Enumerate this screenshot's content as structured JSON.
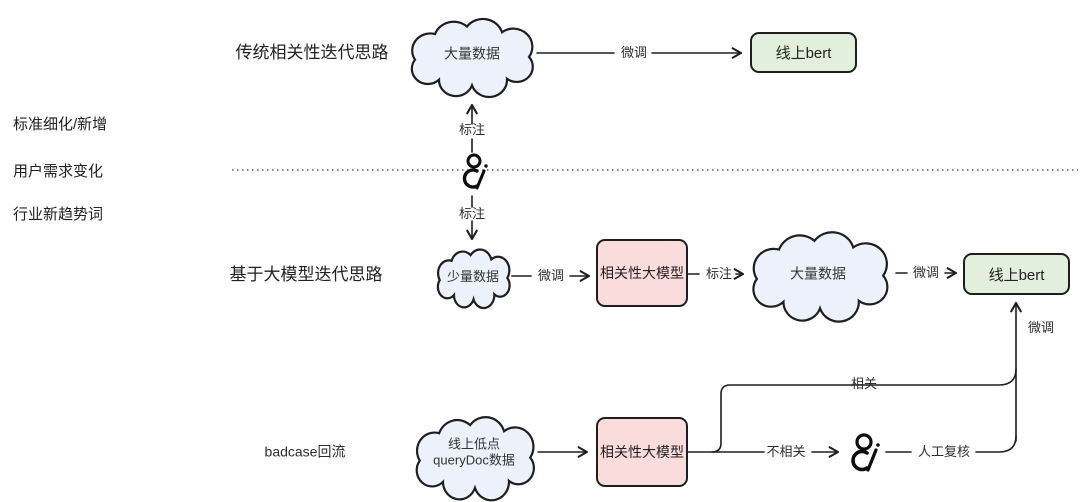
{
  "diagram": {
    "side_labels": [
      "标准细化/新增",
      "用户需求变化",
      "行业新趋势词"
    ],
    "row_titles": {
      "traditional": "传统相关性迭代思路",
      "llm_based": "基于大模型迭代思路",
      "badcase": "badcase回流"
    },
    "clouds": {
      "massive_data_top": "大量数据",
      "small_data": "少量数据",
      "massive_data_mid": "大量数据",
      "low_point_line1": "线上低点",
      "low_point_line2": "queryDoc数据"
    },
    "boxes": {
      "online_bert_top": "线上bert",
      "relevance_llm_mid": "相关性大模型",
      "online_bert_mid": "线上bert",
      "relevance_llm_bottom": "相关性大模型"
    },
    "edge_labels": {
      "finetune_top": "微调",
      "annotate_up": "标注",
      "annotate_down": "标注",
      "finetune_mid_left": "微调",
      "annotate_mid": "标注",
      "finetune_mid_right": "微调",
      "finetune_vertical": "微调",
      "relevant": "相关",
      "irrelevant": "不相关",
      "manual_review": "人工复核"
    },
    "colors": {
      "cloud_fill": "#ecf1fb",
      "green_box_fill": "#e2efdc",
      "pink_box_fill": "#f9dcdb",
      "stroke": "#1e1e1e"
    }
  }
}
